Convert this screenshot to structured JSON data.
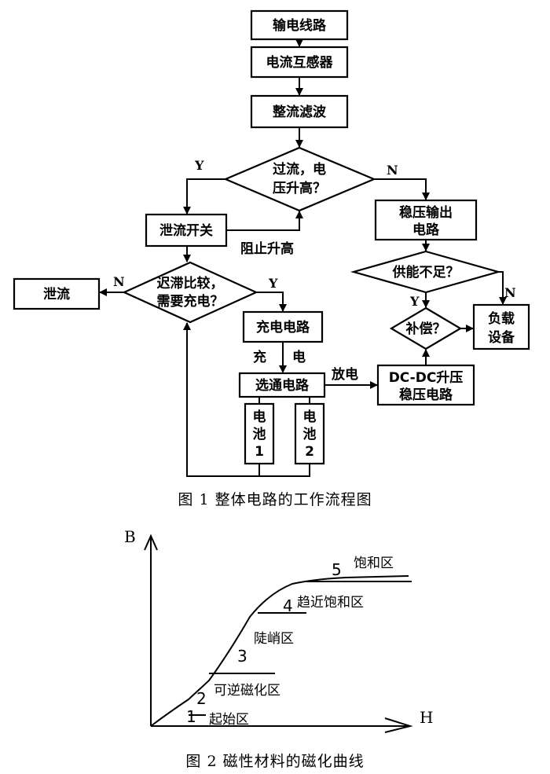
{
  "figure1": {
    "caption": "图 1  整体电路的工作流程图",
    "boxes": {
      "transmission_line": "输电线路",
      "current_transformer": "电流互感器",
      "rectifier_filter": "整流滤波",
      "shunt_switch": "泄流开关",
      "regulated_output_1": "稳压输出",
      "regulated_output_2": "电路",
      "shunt": "泄流",
      "charging_circuit": "充电电路",
      "selector_circuit": "选通电路",
      "battery1": [
        "电",
        "池",
        "1"
      ],
      "battery2": [
        "电",
        "池",
        "2"
      ],
      "dcdc_1": "DC-DC升压",
      "dcdc_2": "稳压电路",
      "load_1": "负载",
      "load_2": "设备"
    },
    "decisions": {
      "overcurrent_1": "过流，电",
      "overcurrent_2": "压升高？",
      "hysteresis_1": "迟滞比较，",
      "hysteresis_2": "需要充电？",
      "power_insufficient": "供能不足？",
      "compensate": "补偿？"
    },
    "labels": {
      "yes": "Y",
      "no": "N",
      "stop_rising": "阻止升高",
      "charge_1": "充",
      "charge_2": "电",
      "discharge": "放电"
    }
  },
  "figure2": {
    "caption": "图 2  磁性材料的磁化曲线",
    "axis_y": "B",
    "axis_x": "H",
    "regions": [
      {
        "num": "1",
        "label": "起始区"
      },
      {
        "num": "2",
        "label": "可逆磁化区"
      },
      {
        "num": "3",
        "label": "陡峭区"
      },
      {
        "num": "4",
        "label": "趋近饱和区"
      },
      {
        "num": "5",
        "label": "饱和区"
      }
    ]
  }
}
